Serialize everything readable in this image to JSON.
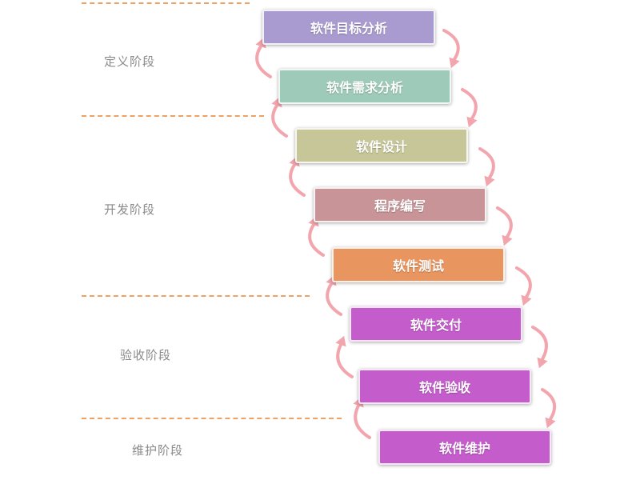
{
  "phases": [
    {
      "label": "定义阶段"
    },
    {
      "label": "开发阶段"
    },
    {
      "label": "验收阶段"
    },
    {
      "label": "维护阶段"
    }
  ],
  "steps": [
    {
      "label": "软件目标分析",
      "color": "#a99ad0"
    },
    {
      "label": "软件需求分析",
      "color": "#9ecbb9"
    },
    {
      "label": "软件设计",
      "color": "#c6c699"
    },
    {
      "label": "程序编写",
      "color": "#c99497"
    },
    {
      "label": "软件测试",
      "color": "#e8955f"
    },
    {
      "label": "软件交付",
      "color": "#c45ccc"
    },
    {
      "label": "软件验收",
      "color": "#c45ccc"
    },
    {
      "label": "软件维护",
      "color": "#c45ccc"
    }
  ],
  "arrow_color": "#f3a5ad"
}
